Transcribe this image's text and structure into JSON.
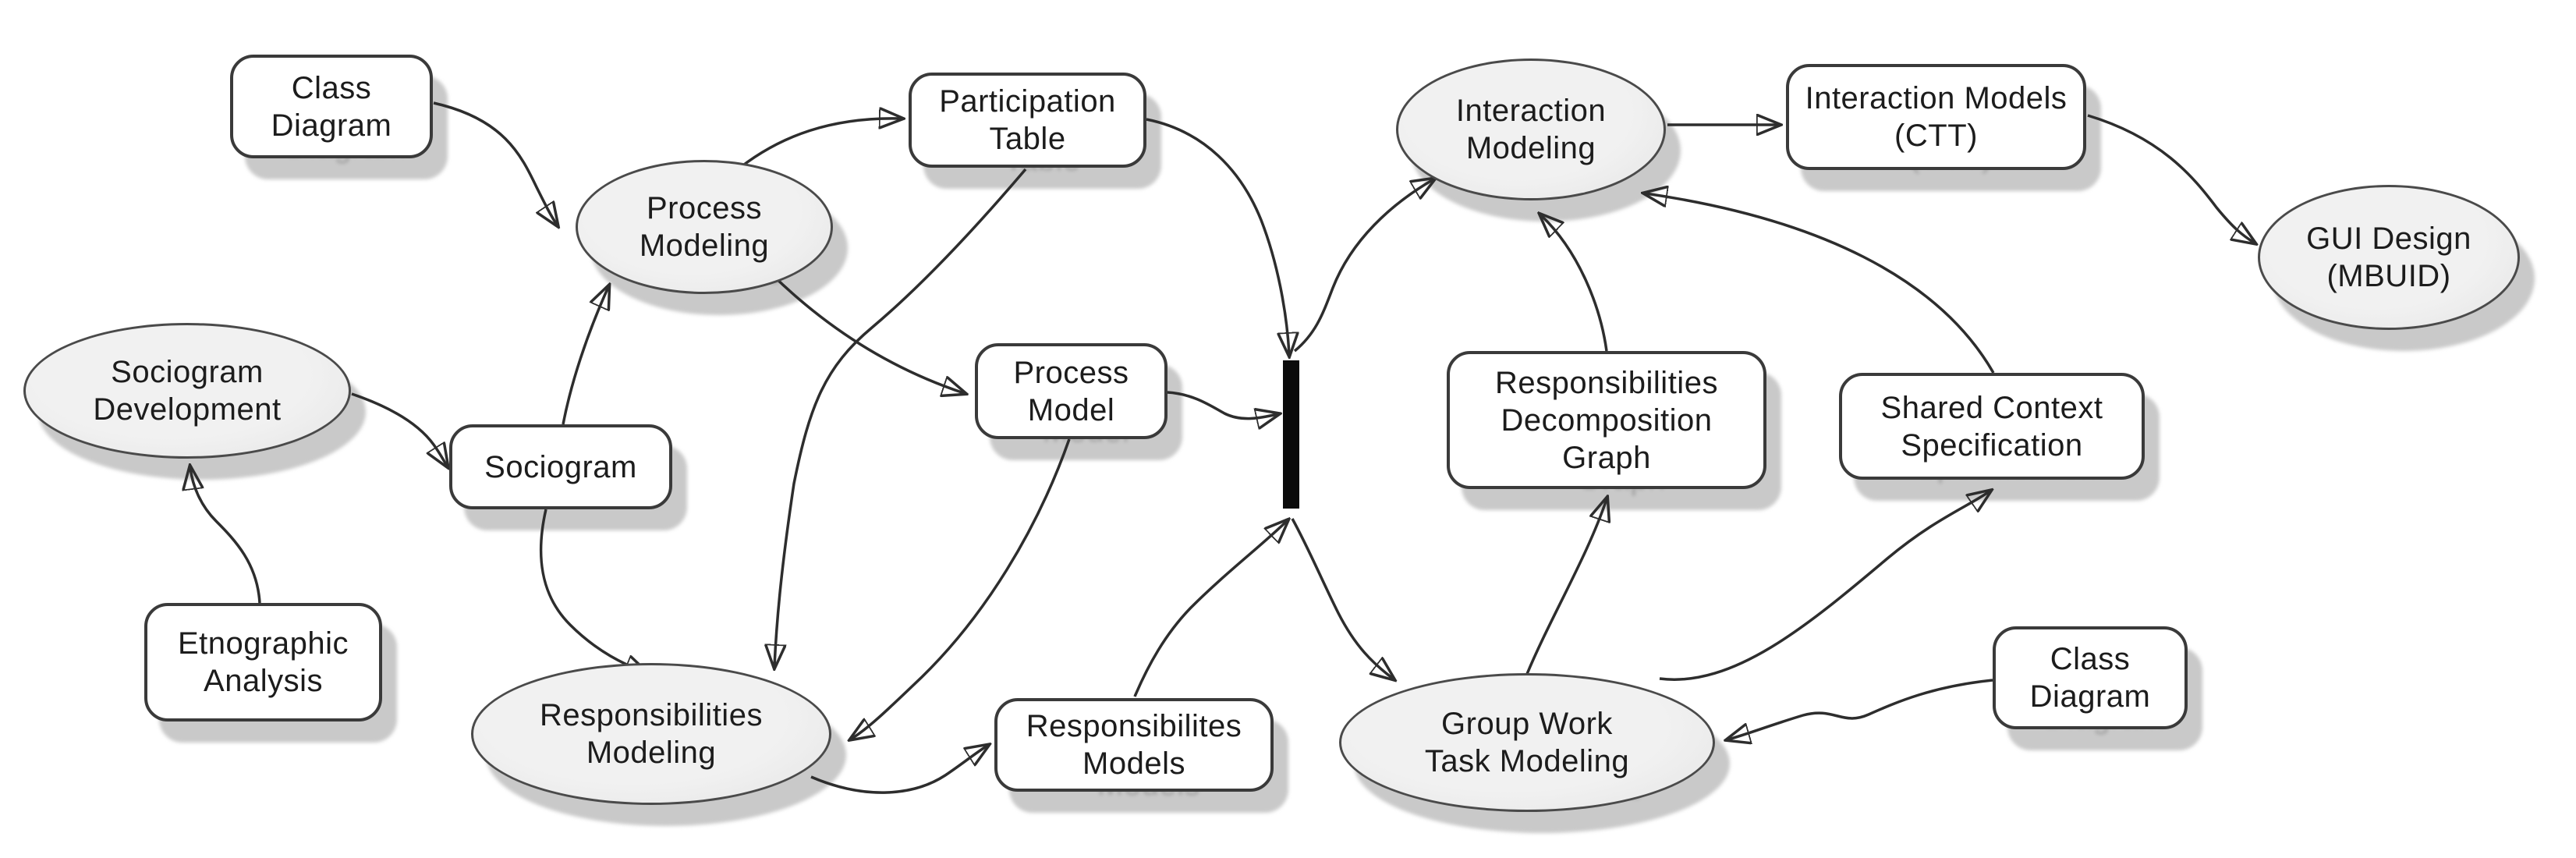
{
  "diagram": {
    "colors": {
      "background": "#ffffff",
      "ellipse_fill": "#ededed",
      "box_fill": "#ffffff",
      "border": "#3a3a3a",
      "line": "#2d2d2d",
      "shadow": "#c9c9c9",
      "sync_bar": "#0b0b0b"
    },
    "nodes": {
      "class_diagram_1": {
        "label": "Class\nDiagram",
        "shape": "box"
      },
      "process_modeling": {
        "label": "Process\nModeling",
        "shape": "ellipse"
      },
      "sociogram_development": {
        "label": "Sociogram\nDevelopment",
        "shape": "ellipse"
      },
      "sociogram": {
        "label": "Sociogram",
        "shape": "box"
      },
      "etnographic_analysis": {
        "label": "Etnographic\nAnalysis",
        "shape": "box"
      },
      "responsibilities_modeling": {
        "label": "Responsibilities\nModeling",
        "shape": "ellipse"
      },
      "participation_table": {
        "label": "Participation\nTable",
        "shape": "box"
      },
      "process_model": {
        "label": "Process\nModel",
        "shape": "box"
      },
      "responsibilites_models": {
        "label": "Responsibilites\nModels",
        "shape": "box"
      },
      "sync_bar": {
        "label": "",
        "shape": "bar"
      },
      "interaction_modeling": {
        "label": "Interaction\nModeling",
        "shape": "ellipse"
      },
      "responsibilities_decomposition_graph": {
        "label": "Responsibilities\nDecomposition\nGraph",
        "shape": "box"
      },
      "shared_context_specification": {
        "label": "Shared Context\nSpecification",
        "shape": "box"
      },
      "interaction_models_ctt": {
        "label": "Interaction Models\n(CTT)",
        "shape": "box"
      },
      "gui_design_mbuid": {
        "label": "GUI Design\n(MBUID)",
        "shape": "ellipse"
      },
      "group_work_task_modeling": {
        "label": "Group Work\nTask Modeling",
        "shape": "ellipse"
      },
      "class_diagram_2": {
        "label": "Class\nDiagram",
        "shape": "box"
      }
    },
    "edges": [
      {
        "from": "class_diagram_1",
        "to": "process_modeling"
      },
      {
        "from": "sociogram_development",
        "to": "sociogram"
      },
      {
        "from": "etnographic_analysis",
        "to": "sociogram_development"
      },
      {
        "from": "sociogram",
        "to": "process_modeling"
      },
      {
        "from": "sociogram",
        "to": "responsibilities_modeling"
      },
      {
        "from": "process_modeling",
        "to": "participation_table"
      },
      {
        "from": "process_modeling",
        "to": "process_model"
      },
      {
        "from": "participation_table",
        "to": "responsibilities_modeling"
      },
      {
        "from": "participation_table",
        "to": "sync_bar"
      },
      {
        "from": "process_model",
        "to": "sync_bar"
      },
      {
        "from": "process_model",
        "to": "responsibilities_modeling"
      },
      {
        "from": "responsibilities_modeling",
        "to": "responsibilites_models"
      },
      {
        "from": "responsibilites_models",
        "to": "sync_bar"
      },
      {
        "from": "sync_bar",
        "to": "interaction_modeling"
      },
      {
        "from": "sync_bar",
        "to": "group_work_task_modeling"
      },
      {
        "from": "group_work_task_modeling",
        "to": "responsibilities_decomposition_graph"
      },
      {
        "from": "responsibilities_decomposition_graph",
        "to": "interaction_modeling"
      },
      {
        "from": "group_work_task_modeling",
        "to": "shared_context_specification"
      },
      {
        "from": "shared_context_specification",
        "to": "interaction_modeling"
      },
      {
        "from": "interaction_modeling",
        "to": "interaction_models_ctt"
      },
      {
        "from": "interaction_models_ctt",
        "to": "gui_design_mbuid"
      },
      {
        "from": "class_diagram_2",
        "to": "group_work_task_modeling"
      }
    ]
  }
}
